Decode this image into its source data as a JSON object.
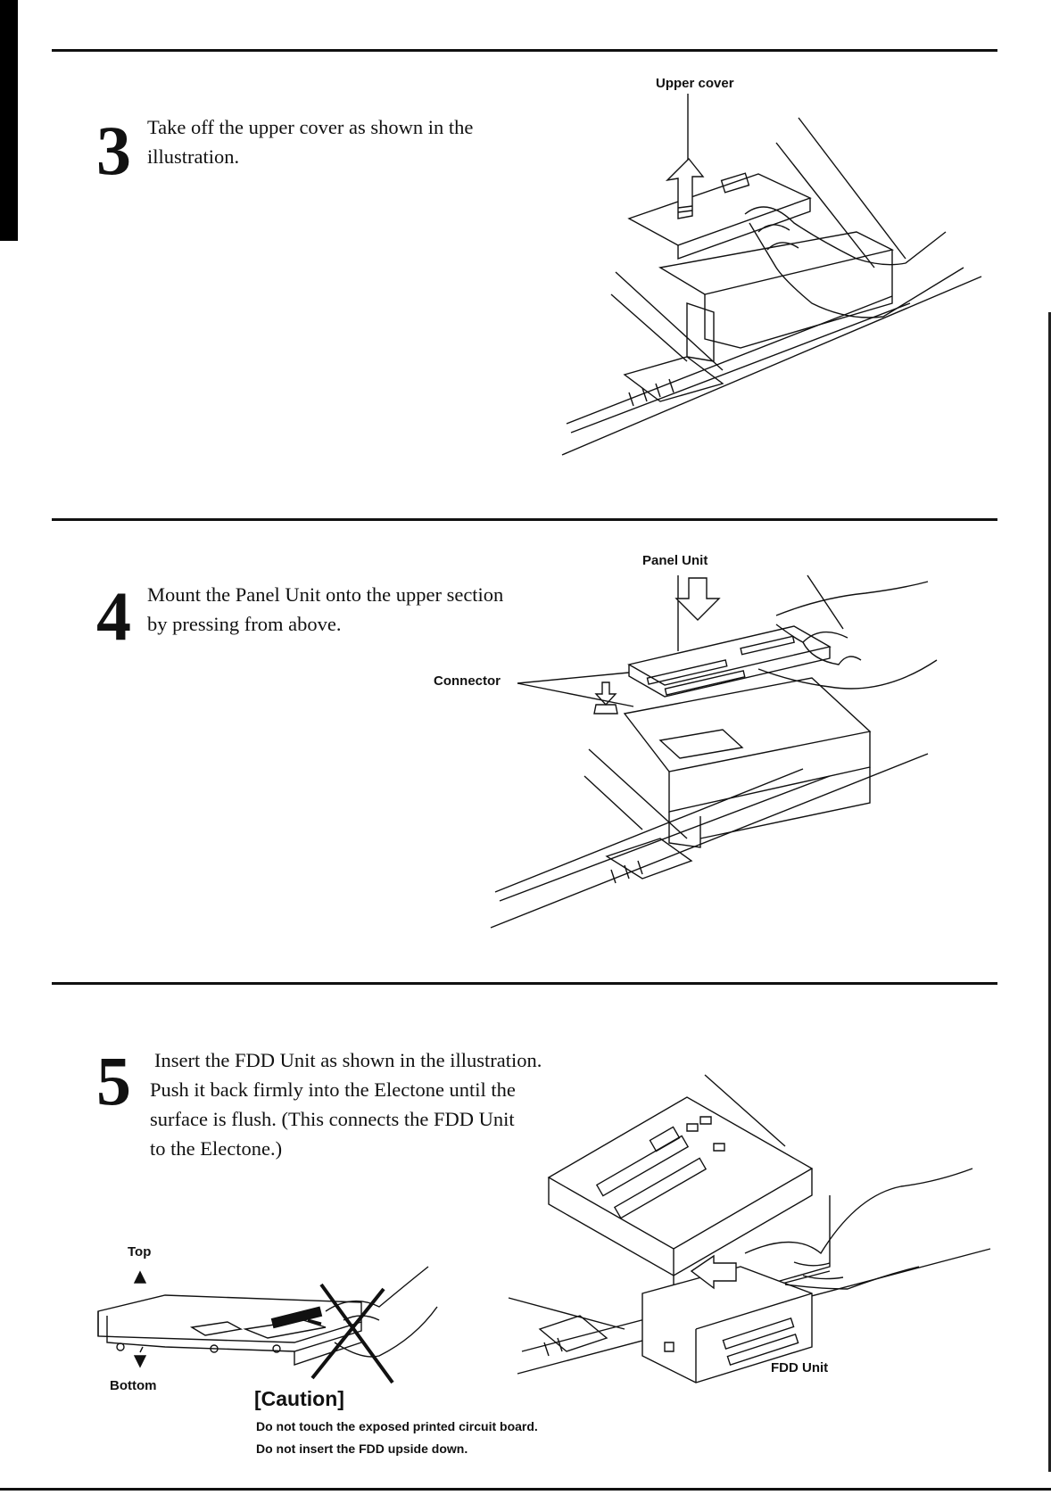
{
  "steps": [
    {
      "number": "3",
      "lines": [
        "Take off the upper cover as shown in the",
        "illustration."
      ],
      "labels": [
        "Upper cover"
      ]
    },
    {
      "number": "4",
      "lines": [
        "Mount the Panel Unit onto the upper section",
        "by pressing from above."
      ],
      "labels": [
        "Panel Unit",
        "Connector"
      ]
    },
    {
      "number": "5",
      "lines": [
        "Insert the FDD Unit as shown in the illustration.",
        "Push it back firmly into the Electone until the",
        "surface is flush. (This connects the FDD Unit",
        "to the Electone.)"
      ],
      "labels": [
        "Top",
        "Bottom",
        "FDD Unit"
      ]
    }
  ],
  "caution": {
    "title": "[Caution]",
    "lines": [
      "Do not touch the exposed printed circuit board.",
      "Do not insert the FDD upside down."
    ]
  }
}
